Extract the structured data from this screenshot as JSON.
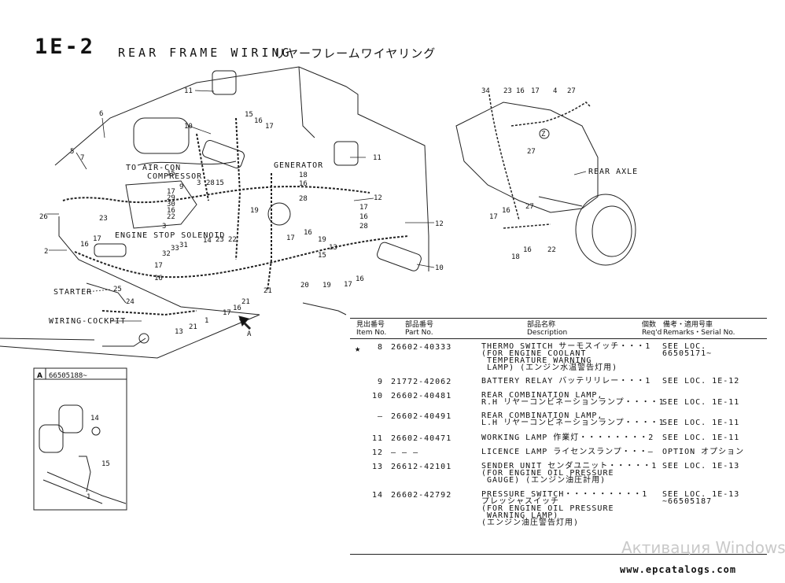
{
  "header": {
    "code": "1E-2",
    "title": "REAR FRAME WIRING",
    "title_jp": "リヤーフレームワイヤリング"
  },
  "diagram_labels": {
    "to_air_con": "TO AIR-CON",
    "compressor": "COMPRESSOR",
    "generator": "GENERATOR",
    "engine_stop_solenoid": "ENGINE STOP SOLENOID",
    "starter": "STARTER",
    "wiring_cockpit": "WIRING-COCKPIT",
    "rear_axle": "REAR AXLE",
    "arrow_a": "A"
  },
  "inset": {
    "letter": "A",
    "serial": "66505188~"
  },
  "table": {
    "headers": {
      "item_jp": "見出番号",
      "item": "Item No.",
      "part_jp": "部品番号",
      "part": "Part No.",
      "desc_jp": "部品名称",
      "desc": "Description",
      "req_jp": "個数",
      "req": "Req'd",
      "remarks_jp": "備考・適用号車",
      "remarks": "Remarks・Serial No."
    },
    "rows": [
      {
        "star": "★",
        "item": "8",
        "part": "26602-40333",
        "desc": "THERMO SWITCH サーモスイッチ・・・1\n(FOR ENGINE COOLANT\n TEMPERATURE WARNING\n LAMP) (エンジン水温警告灯用)",
        "remarks": "SEE LOC.\n66505171~"
      },
      {
        "star": "",
        "item": "9",
        "part": "21772-42062",
        "desc": "BATTERY RELAY バッテリリレー・・・1",
        "remarks": "SEE LOC. 1E-12"
      },
      {
        "star": "",
        "item": "10",
        "part": "26602-40481",
        "desc": "REAR COMBINATION LAMP,\nR.H リヤーコンビネーションランプ・・・・1",
        "remarks": "\nSEE LOC. 1E-11"
      },
      {
        "star": "",
        "item": "–",
        "part": "26602-40491",
        "desc": "REAR COMBINATION LAMP,\nL.H リヤーコンビネーションランプ・・・・1",
        "remarks": "\nSEE LOC. 1E-11"
      },
      {
        "star": "",
        "item": "11",
        "part": "26602-40471",
        "desc": "WORKING LAMP 作業灯・・・・・・・・2",
        "remarks": "SEE LOC. 1E-11"
      },
      {
        "star": "",
        "item": "12",
        "part": "–  –  –",
        "desc": "LICENCE LAMP ライセンスランプ・・・–",
        "remarks": "OPTION オプション"
      },
      {
        "star": "",
        "item": "13",
        "part": "26612-42101",
        "desc": "SENDER UNIT センダユニット・・・・・1\n(FOR ENGINE OIL PRESSURE\n GAUGE) (エンジン油圧計用)",
        "remarks": "SEE LOC. 1E-13"
      },
      {
        "star": "",
        "item": "14",
        "part": "26602-42792",
        "desc": "PRESSURE SWITCH・・・・・・・・・1\nプレッシャスイッチ\n(FOR ENGINE OIL PRESSURE\n WARNING LAMP)\n(エンジン油圧警告灯用)",
        "remarks": "SEE LOC. 1E-13\n~66505187"
      }
    ]
  },
  "footer": {
    "site": "www.epcatalogs.com",
    "watermark": "Активация Windows"
  }
}
